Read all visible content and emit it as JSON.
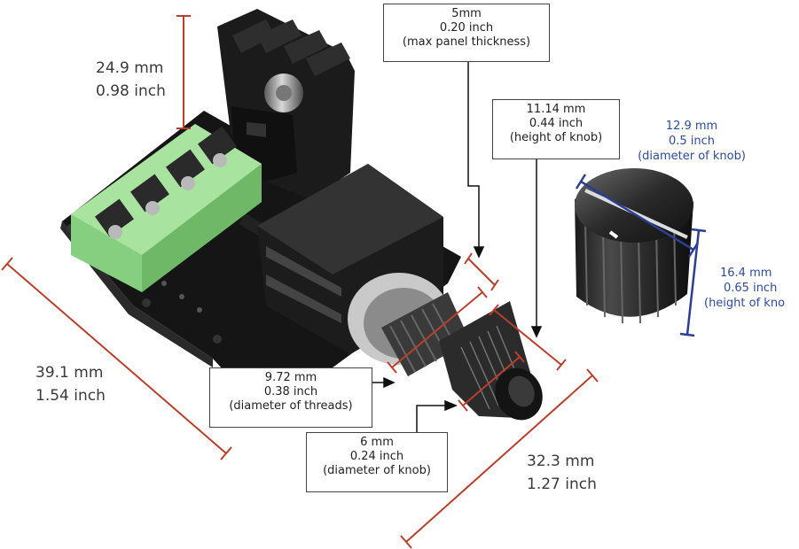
{
  "colors": {
    "dimension_red": "#b8402c",
    "dimension_blue": "#2a3f92",
    "pcb_black": "#161616",
    "terminal_green": "#8fd48a"
  },
  "dimensions": {
    "height_terminal": {
      "mm": "24.9 mm",
      "inch": "0.98 inch"
    },
    "board_length": {
      "mm": "39.1 mm",
      "inch": "1.54 inch"
    },
    "total_length": {
      "mm": "32.3 mm",
      "inch": "1.27 inch"
    },
    "panel_thickness": {
      "mm": "5mm",
      "inch": "0.20 inch",
      "note": "(max panel thickness)"
    },
    "knob_height_shaft": {
      "mm": "11.14 mm",
      "inch": "0.44 inch",
      "note": "(height of knob)"
    },
    "knob_diameter": {
      "mm": "12.9 mm",
      "inch": "0.5 inch",
      "note": "(diameter of knob)"
    },
    "knob_height": {
      "mm": "16.4 mm",
      "inch": "0.65 inch",
      "note": "(height of kno"
    },
    "thread_diameter": {
      "mm": "9.72 mm",
      "inch": "0.38 inch",
      "note": "(diameter of threads)"
    },
    "shaft_diameter": {
      "mm": "6 mm",
      "inch": "0.24 inch",
      "note": "(diameter of knob)"
    }
  }
}
